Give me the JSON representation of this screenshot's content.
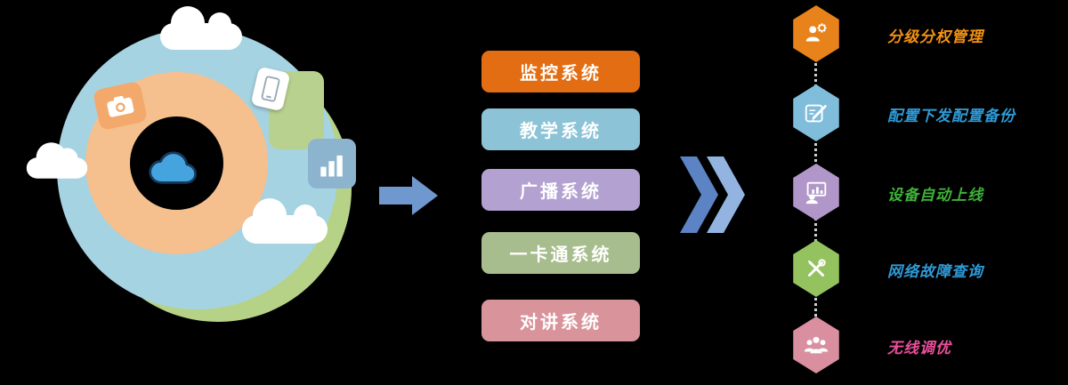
{
  "canvas": {
    "background": "#000000"
  },
  "left_illustration": {
    "description": "cloud-platform-globe",
    "colors": {
      "outer_circle": "#a6d3e2",
      "back_circle": "#b6d287",
      "ring": "#f5bf8e",
      "hub": "#000000",
      "cloud_glyph": "#45a3de",
      "camera_tab": "#f3a96b",
      "phone_tab": "#ffffff",
      "green_tab": "#b9d18e",
      "chart_tab": "#8db4cf"
    },
    "icons": [
      "camera-icon",
      "phone-icon",
      "bar-chart-icon",
      "cloud-icon",
      "cloud-shape"
    ]
  },
  "flow": {
    "arrow_color": "#6f98ce",
    "chevron_colors": [
      "#5c83c3",
      "#93b4e0"
    ]
  },
  "systems": [
    {
      "label": "监控系统",
      "color": "#e26d12"
    },
    {
      "label": "教学系统",
      "color": "#8cc3d6"
    },
    {
      "label": "广播系统",
      "color": "#b2a1d1"
    },
    {
      "label": "一卡通系统",
      "color": "#a8bd8d"
    },
    {
      "label": "对讲系统",
      "color": "#d9939a"
    }
  ],
  "features": [
    {
      "label": "分级分权管理",
      "hex_color": "#e8831c",
      "label_color": "#f39114",
      "icon": "user-gear-icon"
    },
    {
      "label": "配置下发配置备份",
      "hex_color": "#80bddb",
      "label_color": "#2e9ad6",
      "icon": "document-pencil-icon"
    },
    {
      "label": "设备自动上线",
      "hex_color": "#b197c9",
      "label_color": "#3eb239",
      "icon": "presenter-chart-icon"
    },
    {
      "label": "网络故障查询",
      "hex_color": "#93c25e",
      "label_color": "#2e9ad6",
      "icon": "crossed-tools-icon"
    },
    {
      "label": "无线调优",
      "hex_color": "#d98fa0",
      "label_color": "#ea4f9b",
      "icon": "people-group-icon"
    }
  ]
}
